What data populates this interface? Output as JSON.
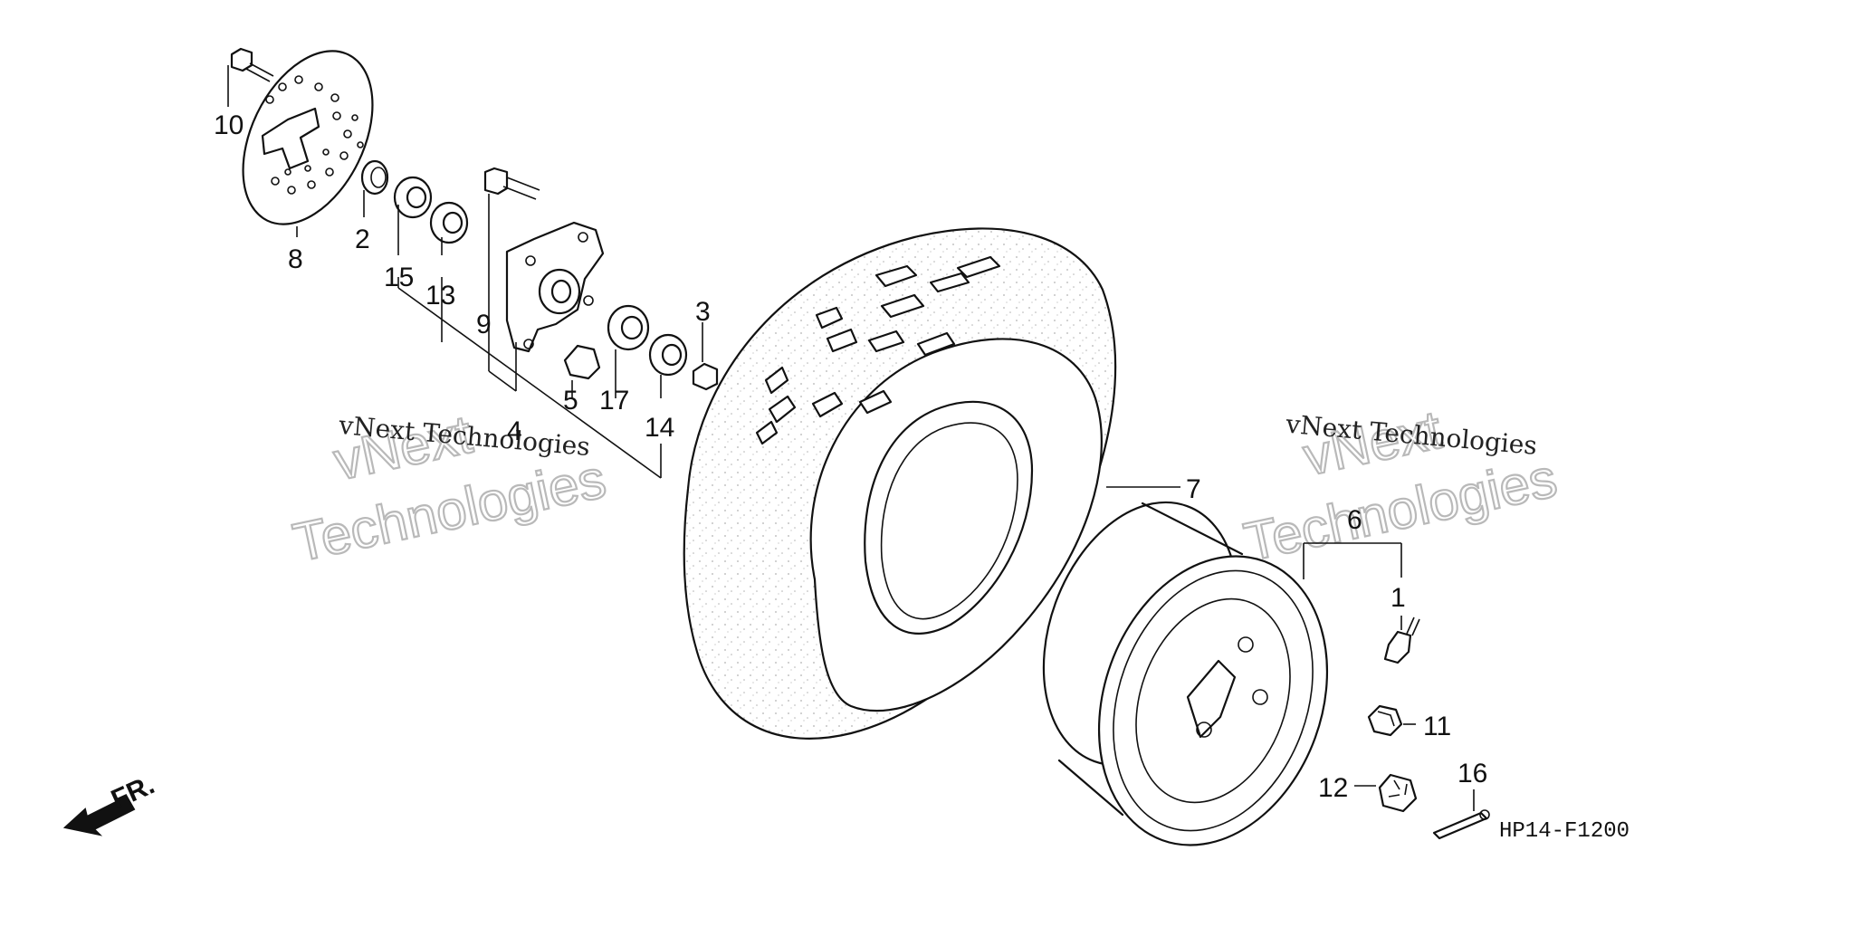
{
  "diagram": {
    "drawing_code": "HP14-F1200",
    "direction_label": "FR.",
    "callouts": [
      "1",
      "2",
      "3",
      "4",
      "5",
      "6",
      "7",
      "8",
      "9",
      "10",
      "11",
      "12",
      "13",
      "14",
      "15",
      "16",
      "17"
    ],
    "watermark": {
      "small": "vNext Technologies",
      "big_line1": "vNext",
      "big_line2": "Technologies"
    }
  }
}
